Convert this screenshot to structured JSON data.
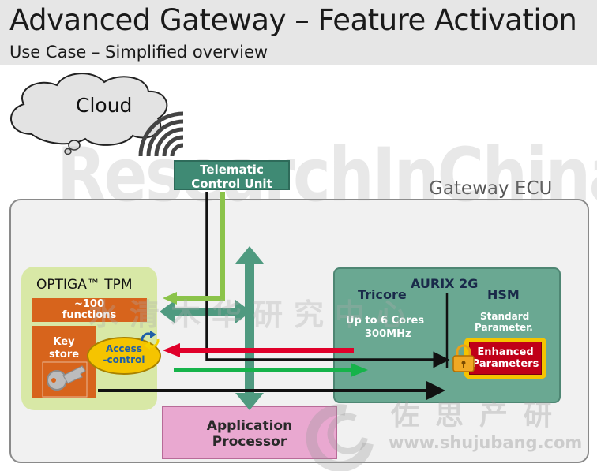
{
  "header": {
    "title": "Advanced Gateway – Feature Activation",
    "subtitle": "Use Case – Simplified overview"
  },
  "cloud": {
    "label": "Cloud"
  },
  "telematics": {
    "label_line1": "Telematic",
    "label_line2": "Control Unit"
  },
  "ecu": {
    "label": "Gateway ECU"
  },
  "tpm": {
    "title": "OPTIGA™ TPM",
    "functions_line1": "~100",
    "functions_line2": "functions",
    "keystore_line1": "Key",
    "keystore_line2": "store",
    "access_line1": "Access",
    "access_line2": "-control"
  },
  "aurix": {
    "title": "AURIX 2G",
    "tricore": "Tricore",
    "cores_line1": "Up to 6 Cores",
    "cores_line2": "300MHz",
    "hsm": "HSM",
    "standard_line1": "Standard",
    "standard_line2": "Parameter.",
    "enhanced_line1": "Enhanced",
    "enhanced_line2": "Parameters"
  },
  "app_processor": {
    "label_line1": "Application",
    "label_line2": "Processor"
  },
  "watermark": {
    "main": "ResearchInChina",
    "chinese_top": "水清木华研究中心",
    "chinese_bottom": "佐思产研",
    "url": "www.shujubang.com"
  },
  "colors": {
    "teal": "#3f8a74",
    "light_green": "#8bc34a",
    "red": "#e0002a",
    "green": "#16b34a",
    "black": "#111111",
    "orange": "#d7641c",
    "gold": "#f5c400",
    "pink": "#e9a8d0"
  }
}
